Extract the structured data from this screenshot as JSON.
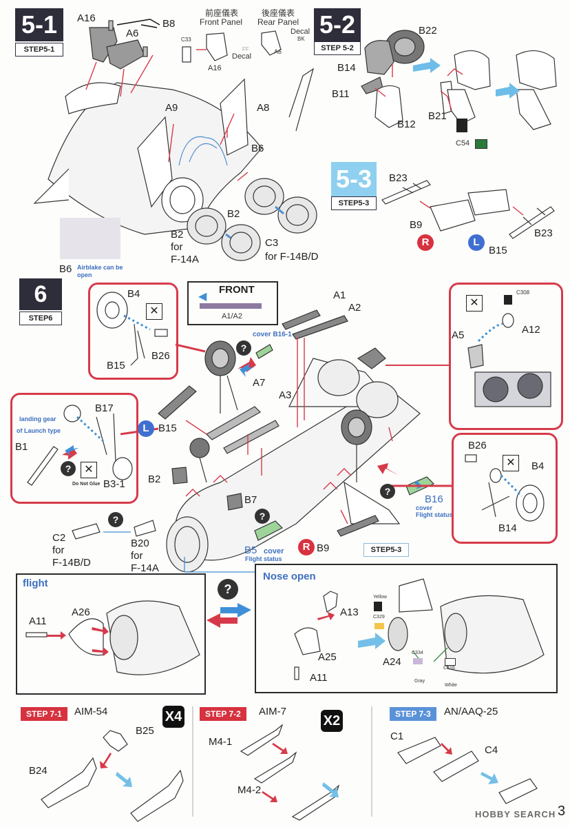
{
  "page_number": "3",
  "watermark": "HOBBY SEARCH",
  "step5_1": {
    "num": "5-1",
    "sub": "STEP5-1",
    "parts": [
      "A16",
      "A6",
      "B8",
      "A9",
      "A8",
      "B6",
      "B2",
      "C3",
      "B6"
    ],
    "front_panel_jp": "前座儀表",
    "front_panel_en": "Front Panel",
    "rear_panel_jp": "後座儀表",
    "rear_panel_en": "Rear Panel",
    "c33": "C33",
    "decal_ff": "Decal",
    "decal_ff_code": "FF",
    "decal_bk": "Decal",
    "decal_bk_code": "BK",
    "a16_small": "A16",
    "a6_small": "A6",
    "b2_for": "B2",
    "b2_for_text": "for",
    "b2_model": "F-14A",
    "c3_for": "C3",
    "c3_model": "for F-14B/D",
    "airbrake_note": "Airblake can be open"
  },
  "step5_2": {
    "num": "5-2",
    "sub": "STEP 5-2",
    "parts": [
      "B22",
      "B14",
      "B11",
      "B12",
      "B21"
    ],
    "c54": "C54"
  },
  "step5_3": {
    "num": "5-3",
    "sub": "STEP5-3",
    "parts": [
      "B23",
      "B9",
      "B15",
      "B23"
    ],
    "r": "R",
    "l": "L"
  },
  "step6": {
    "num": "6",
    "sub": "STEP6",
    "front_label": "FRONT",
    "front_sub": "A1/A2",
    "parts": {
      "a1": "A1",
      "a2": "A2",
      "a7": "A7",
      "a3": "A3",
      "b15": "B15",
      "b2": "B2",
      "b7": "B7",
      "b5": "B5",
      "b9": "B9",
      "b16": "B16",
      "b20": "B20",
      "c2": "C2"
    },
    "b16_1": "cover B16-1",
    "b16_cover": "cover",
    "b16_status": "Flight status",
    "b5_cover": "cover",
    "b5_status": "Flight status",
    "c2_for": "for",
    "c2_model": "F-14B/D",
    "b20_for": "for",
    "b20_model": "F-14A",
    "step53_ref": "STEP5-3",
    "box_top_left": {
      "b4": "B4",
      "b15": "B15",
      "b26": "B26"
    },
    "box_left": {
      "note1": "landing gear",
      "note2": "of Launch type",
      "b1": "B1",
      "b17": "B17",
      "b3_1": "B3-1",
      "glue": "Do Not Glue"
    },
    "box_top_right": {
      "a5": "A5",
      "a12": "A12",
      "c308": "C308"
    },
    "box_right": {
      "b26": "B26",
      "b4": "B4",
      "b14": "B14"
    },
    "flight": {
      "title": "flight",
      "a11": "A11",
      "a26": "A26"
    },
    "nose": {
      "title": "Nose open",
      "a13": "A13",
      "a25": "A25",
      "a11": "A11",
      "a24": "A24",
      "yellow": "Yellow",
      "c329": "C329",
      "c334": "C334",
      "gray": "Gray",
      "c316": "C316",
      "white": "White"
    }
  },
  "step7_1": {
    "tag": "STEP 7-1",
    "title": "AIM-54",
    "count": "X4",
    "parts": [
      "B25",
      "B24"
    ]
  },
  "step7_2": {
    "tag": "STEP 7-2",
    "title": "AIM-7",
    "count": "X2",
    "parts": [
      "M4-1",
      "M4-2"
    ]
  },
  "step7_3": {
    "tag": "STEP 7-3",
    "title": "AN/AAQ-25",
    "parts": [
      "C1",
      "C4"
    ]
  },
  "colors": {
    "step_dark": "#2e2d3a",
    "red": "#d63a4a",
    "blue": "#3f6fd0",
    "light_blue": "#55b5e8"
  }
}
